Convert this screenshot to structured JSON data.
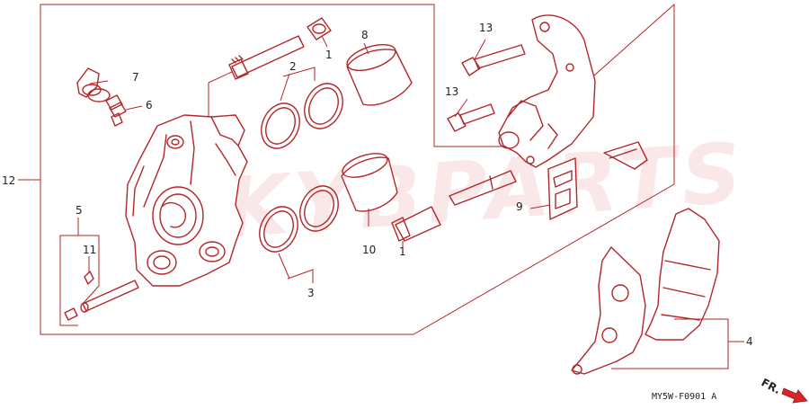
{
  "diagram": {
    "watermark": "KYBPARTS",
    "diagram_code": "MY5W-F0901 A",
    "direction_label": "FR.",
    "callouts": [
      {
        "id": "c1a",
        "text": "1"
      },
      {
        "id": "c1b",
        "text": "1"
      },
      {
        "id": "c2",
        "text": "2"
      },
      {
        "id": "c3",
        "text": "3"
      },
      {
        "id": "c4",
        "text": "4"
      },
      {
        "id": "c5",
        "text": "5"
      },
      {
        "id": "c6",
        "text": "6"
      },
      {
        "id": "c7",
        "text": "7"
      },
      {
        "id": "c8",
        "text": "8"
      },
      {
        "id": "c9",
        "text": "9"
      },
      {
        "id": "c10",
        "text": "10"
      },
      {
        "id": "c11",
        "text": "11"
      },
      {
        "id": "c12",
        "text": "12"
      },
      {
        "id": "c13a",
        "text": "13"
      },
      {
        "id": "c13b",
        "text": "13"
      }
    ],
    "colors": {
      "line": "#b3262a",
      "text": "#222222",
      "background": "#ffffff"
    }
  }
}
